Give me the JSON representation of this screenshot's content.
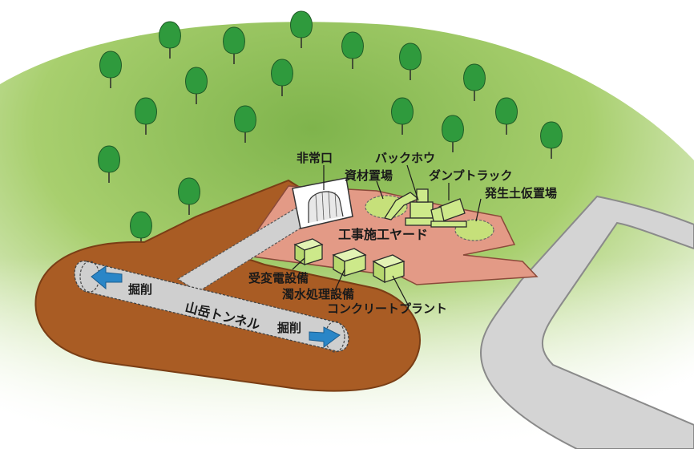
{
  "labels": {
    "emergency_exit": "非常口",
    "backhoe": "バックホウ",
    "material_yard": "資材置場",
    "dump_truck": "ダンプトラック",
    "surplus_soil_yard": "発生土仮置場",
    "construction_yard": "工事施工ヤード",
    "substation": "受変電設備",
    "water_treatment": "濁水処理設備",
    "concrete_plant": "コンクリートプラント",
    "excavation_left": "掘削",
    "excavation_right": "掘削",
    "tunnel_name": "山岳トンネル"
  },
  "icons": {
    "tree": "tree-icon",
    "arrow": "arrow-icon",
    "excavator": "excavator-icon",
    "truck": "dump-truck-icon",
    "box": "equipment-box-icon"
  },
  "colors": {
    "hill_green": "#a8cf6e",
    "tree_green": "#2f9a3d",
    "soil_brown": "#a95c24",
    "yard_pink": "#e39a86",
    "equipment_lime": "#cde98a",
    "tunnel_grey": "#cfcfcf",
    "road_grey": "#d4d4d4",
    "arrow_blue": "#2a86c7"
  }
}
